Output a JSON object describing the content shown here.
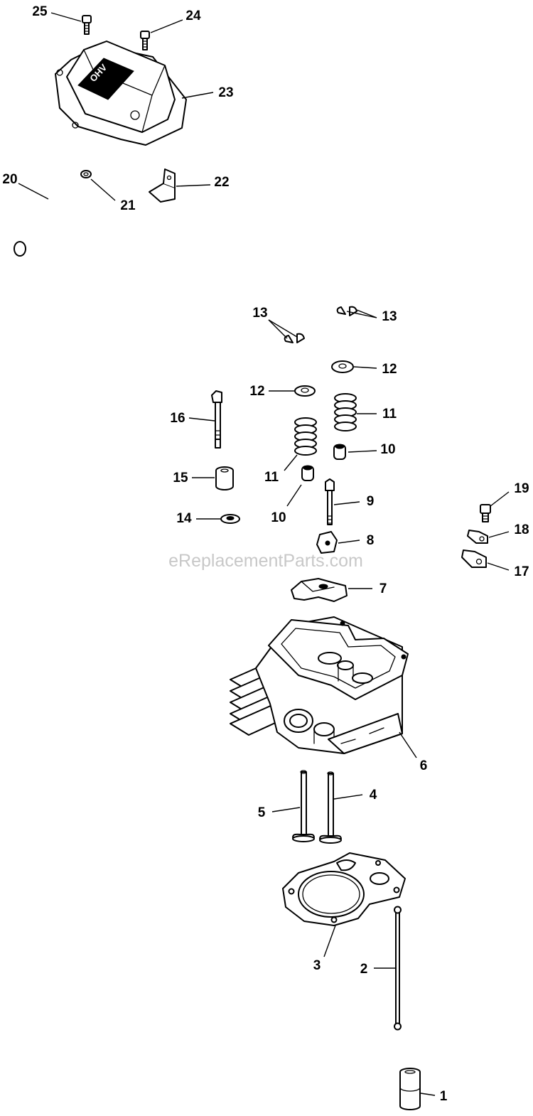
{
  "watermark": "eReplacementParts.com",
  "cover_label": "OHV",
  "callouts": [
    "1",
    "2",
    "3",
    "4",
    "5",
    "6",
    "7",
    "8",
    "9",
    "10",
    "10",
    "11",
    "11",
    "12",
    "12",
    "13",
    "13",
    "14",
    "15",
    "16",
    "17",
    "18",
    "19",
    "20",
    "21",
    "22",
    "23",
    "24",
    "25"
  ]
}
